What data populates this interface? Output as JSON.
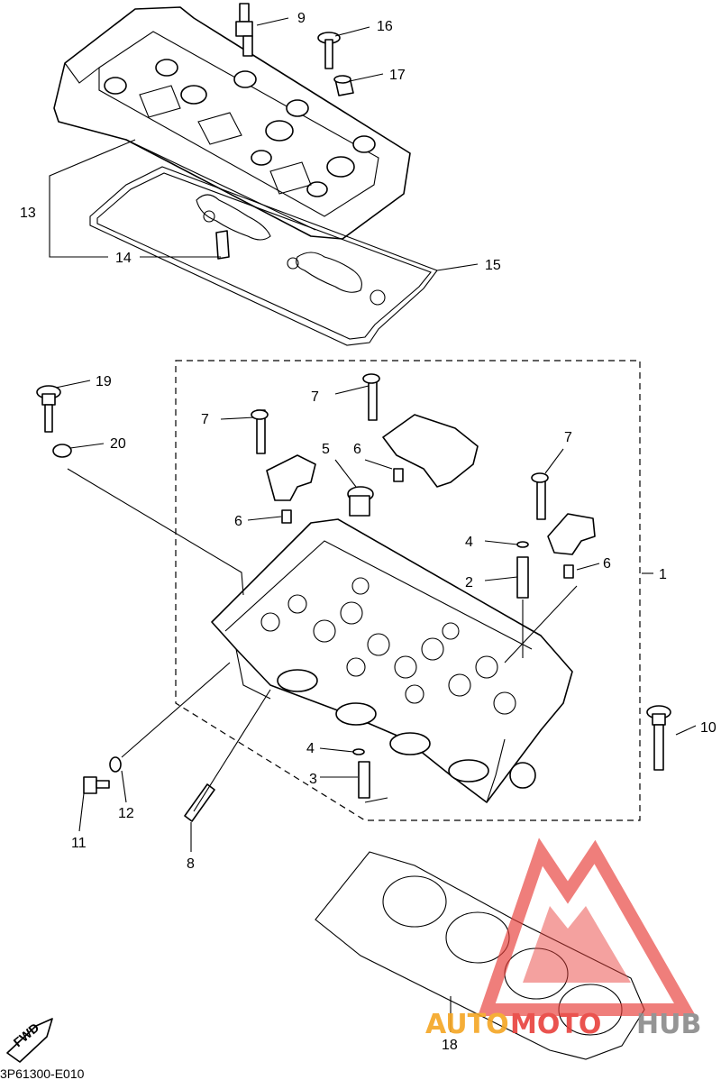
{
  "diagram_code": "3P61300-E010",
  "fwd_label": "FWD",
  "watermark": {
    "auto": "AUTO",
    "moto": "MOTO",
    "hub": "HUB"
  },
  "callouts": {
    "c1": "1",
    "c2": "2",
    "c3": "3",
    "c4a": "4",
    "c4b": "4",
    "c5": "5",
    "c6a": "6",
    "c6b": "6",
    "c6c": "6",
    "c7a": "7",
    "c7b": "7",
    "c7c": "7",
    "c8": "8",
    "c9": "9",
    "c10": "10",
    "c11": "11",
    "c12": "12",
    "c13": "13",
    "c14": "14",
    "c15": "15",
    "c16": "16",
    "c17": "17",
    "c18": "18",
    "c19": "19",
    "c20": "20"
  },
  "colors": {
    "line": "#000000",
    "watermark_red": "#e8413c",
    "watermark_orange": "#f5a623",
    "watermark_gray": "#8a8a8a"
  }
}
